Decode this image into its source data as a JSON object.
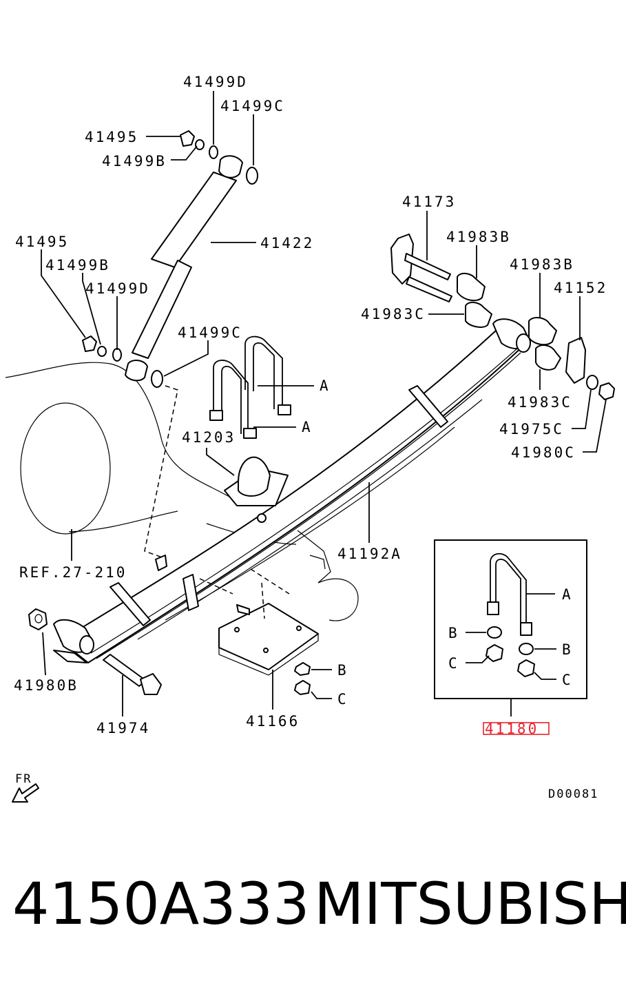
{
  "labels": {
    "l41499D_top": "41499D",
    "l41499C_top": "41499C",
    "l41495_top": "41495",
    "l41499B_top": "41499B",
    "l41422": "41422",
    "l41495_left": "41495",
    "l41499B_left": "41499B",
    "l41499D_left": "41499D",
    "l41499C_mid": "41499C",
    "l41173": "41173",
    "l41983B_a": "41983B",
    "l41983B_b": "41983B",
    "l41152": "41152",
    "l41983C_a": "41983C",
    "l41983C_b": "41983C",
    "l41975C": "41975C",
    "l41980C": "41980C",
    "lA_1": "A",
    "lA_2": "A",
    "l41203": "41203",
    "l41192A": "41192A",
    "lREF": "REF.27-210",
    "l41980B": "41980B",
    "l41974": "41974",
    "l41166": "41166",
    "lB_1": "B",
    "lC_1": "C",
    "lA_kit": "A",
    "lB_kit1": "B",
    "lB_kit2": "B",
    "lC_kit1": "C",
    "lC_kit2": "C",
    "l41180": "41180",
    "lFR": "FR",
    "lDiagramCode": "D00081"
  },
  "highlight_color": "#e8212b",
  "caption": {
    "part_number": "4150A333",
    "brand": "MITSUBISHI"
  }
}
